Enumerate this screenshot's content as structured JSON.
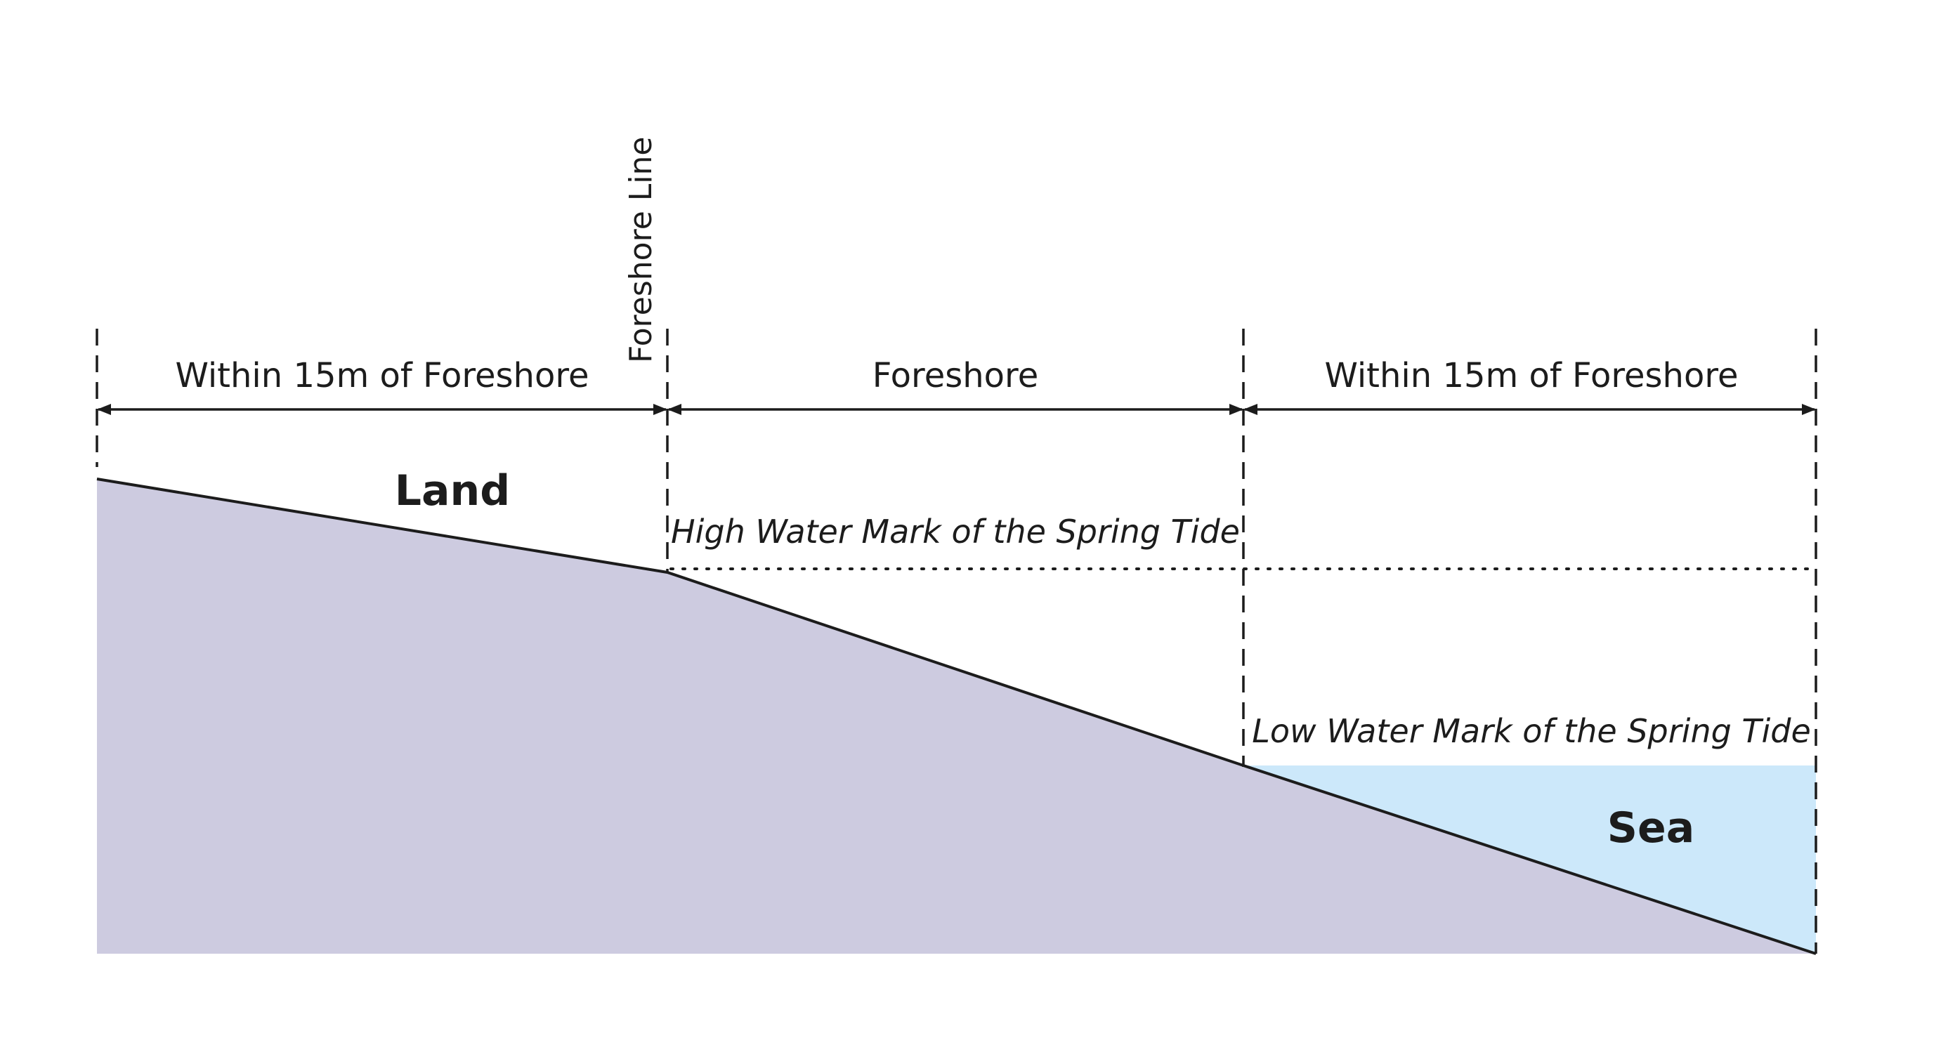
{
  "colors": {
    "land_fill": "#cdcbe0",
    "sea_fill": "#cce8fa",
    "line": "#1c1c1c",
    "background": "#ffffff"
  },
  "dimensions": {
    "left_zone": "Within 15m of Foreshore",
    "middle_zone": "Foreshore",
    "right_zone": "Within 15m of Foreshore"
  },
  "boundary": {
    "foreshore_line": "Foreshore Line"
  },
  "regions": {
    "land": "Land",
    "sea": "Sea"
  },
  "tide_marks": {
    "high_water": "High Water Mark of the Spring Tide",
    "low_water": "Low Water Mark of the Spring Tide"
  }
}
